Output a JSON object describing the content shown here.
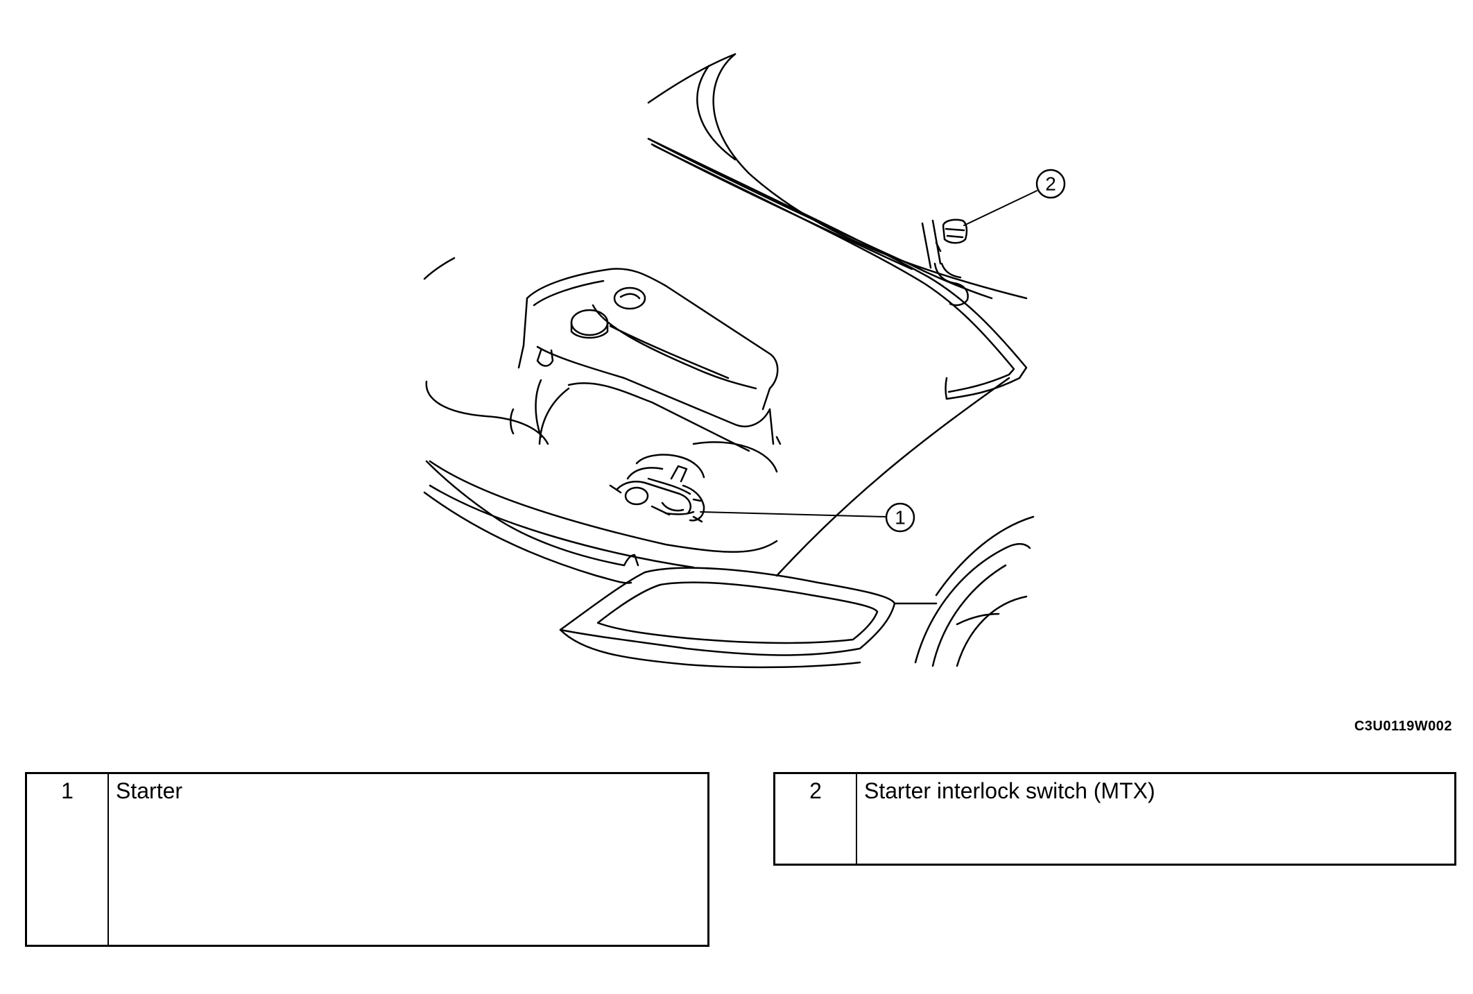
{
  "figure_code": "C3U0119W002",
  "callouts": [
    {
      "number": "1",
      "label": "Starter"
    },
    {
      "number": "2",
      "label": "Starter interlock switch (MTX)"
    }
  ],
  "legend": [
    {
      "number": "1",
      "label": "Starter"
    },
    {
      "number": "2",
      "label": "Starter interlock switch (MTX)"
    }
  ]
}
